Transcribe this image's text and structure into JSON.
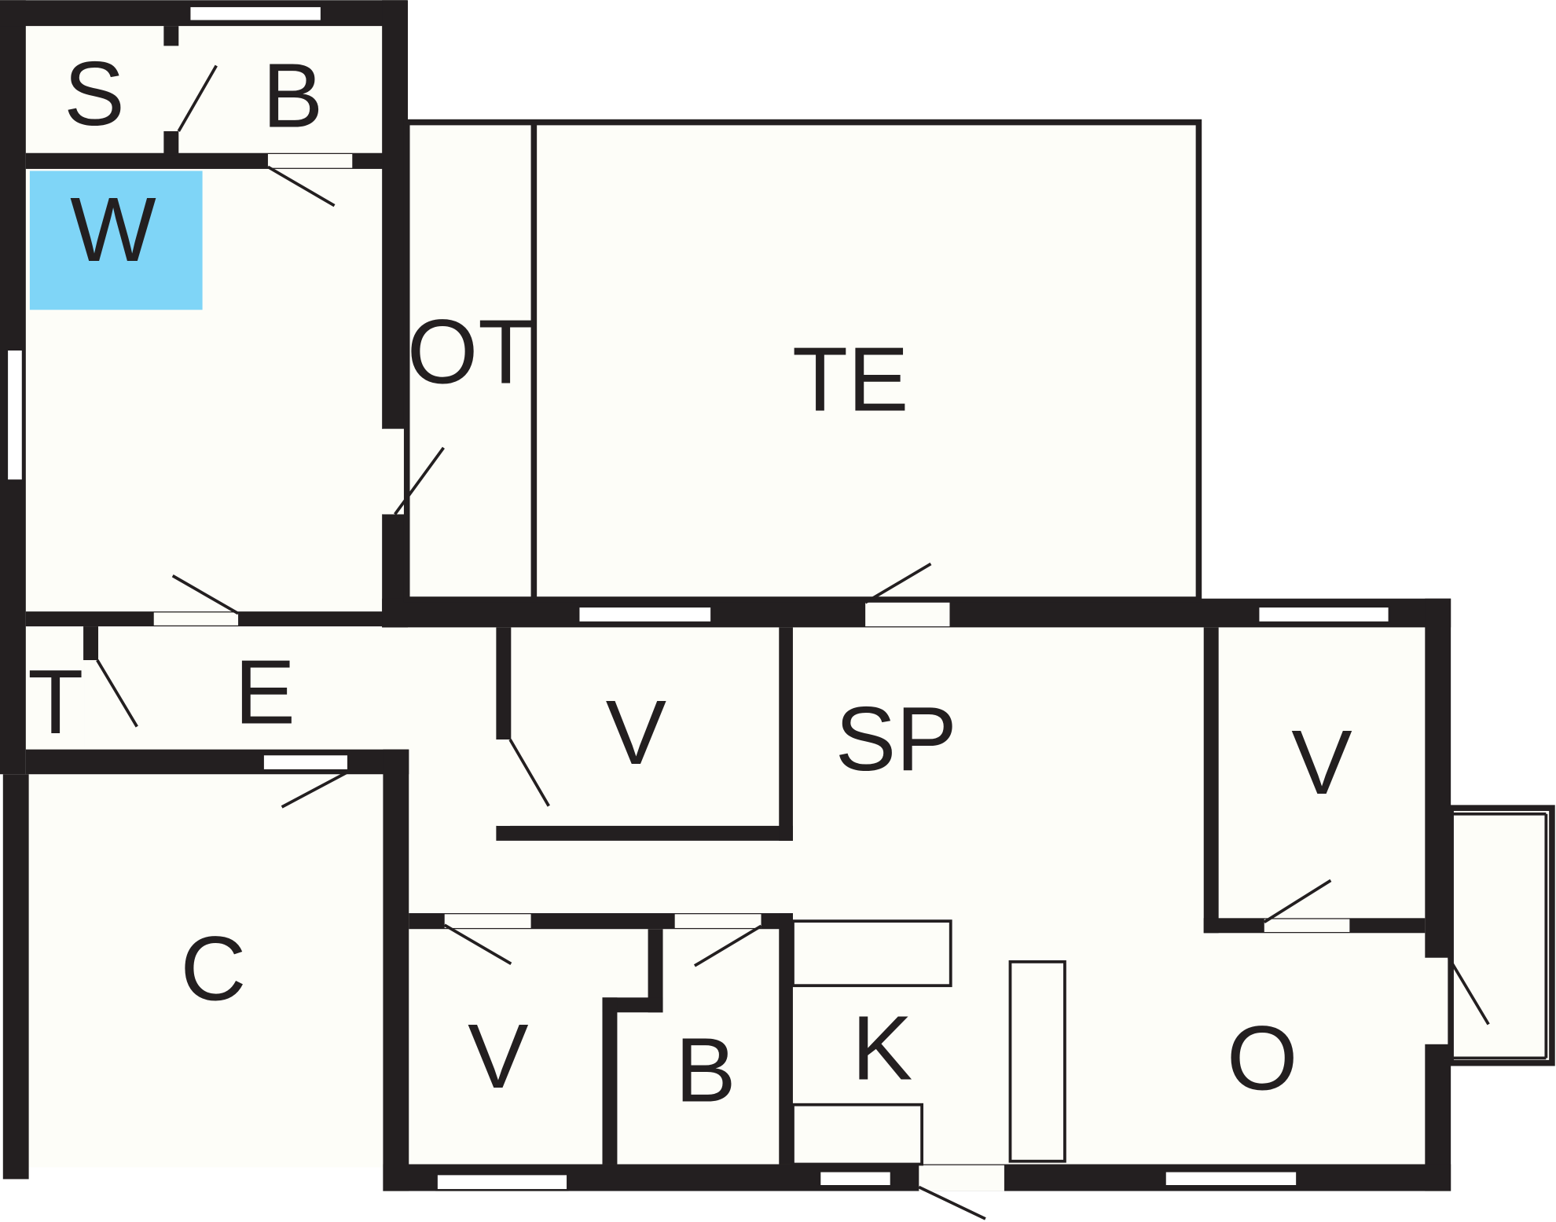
{
  "plan": {
    "highlight_color": "#7fd5f7",
    "wall_color": "#231f20",
    "rooms": {
      "s": "S",
      "b_top": "B",
      "w": "W",
      "ot": "OT",
      "te": "TE",
      "t": "T",
      "e": "E",
      "v_mid": "V",
      "sp": "SP",
      "v_right": "V",
      "c": "C",
      "v_bottom": "V",
      "b_bottom": "B",
      "k": "K",
      "o": "O"
    }
  }
}
